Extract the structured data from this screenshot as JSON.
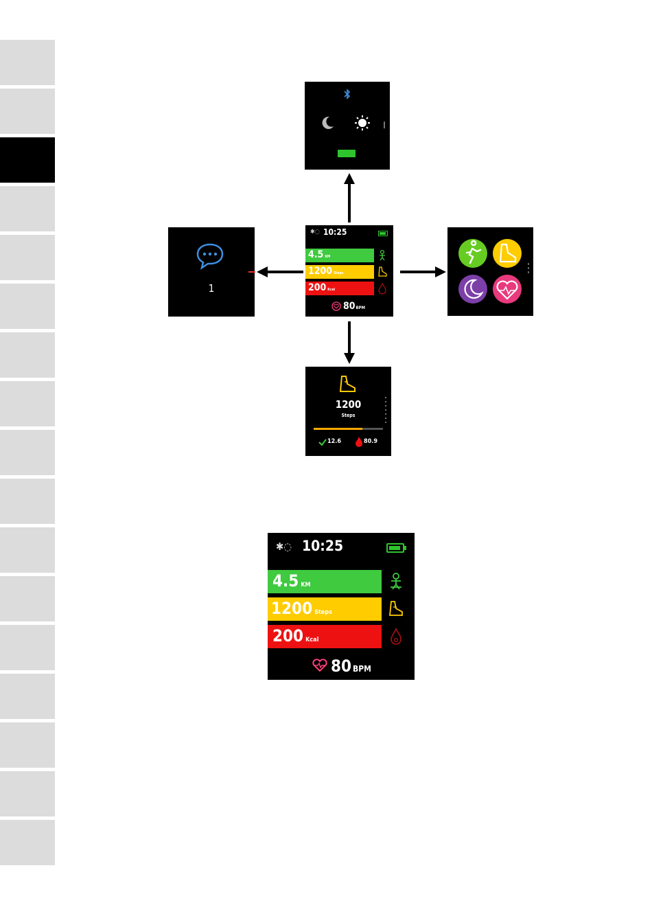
{
  "tabs": {
    "count": 17,
    "active_index": 2
  },
  "main_screen": {
    "time": "10:25",
    "distance_value": "4.5",
    "distance_unit": "KM",
    "steps_value": "1200",
    "steps_unit": "Steps",
    "calories_value": "200",
    "calories_unit": "Kcal",
    "heart_rate_value": "80",
    "heart_rate_unit": "BPM"
  },
  "message_screen": {
    "count": "1"
  },
  "steps_screen": {
    "steps_value": "1200",
    "steps_label": "Steps",
    "steps_progress": 0.7,
    "distance_value": "12.6",
    "calories_value": "80.9"
  },
  "colors": {
    "distance": "#3fca3f",
    "steps": "#ffcc00",
    "calories": "#ee1111",
    "heart": "#ff3f7a",
    "bluetooth": "#3d8fe0",
    "battery": "#33cc33",
    "apps": [
      "#66cc22",
      "#ffcc00",
      "#7c3fa8",
      "#e83a7d"
    ]
  }
}
